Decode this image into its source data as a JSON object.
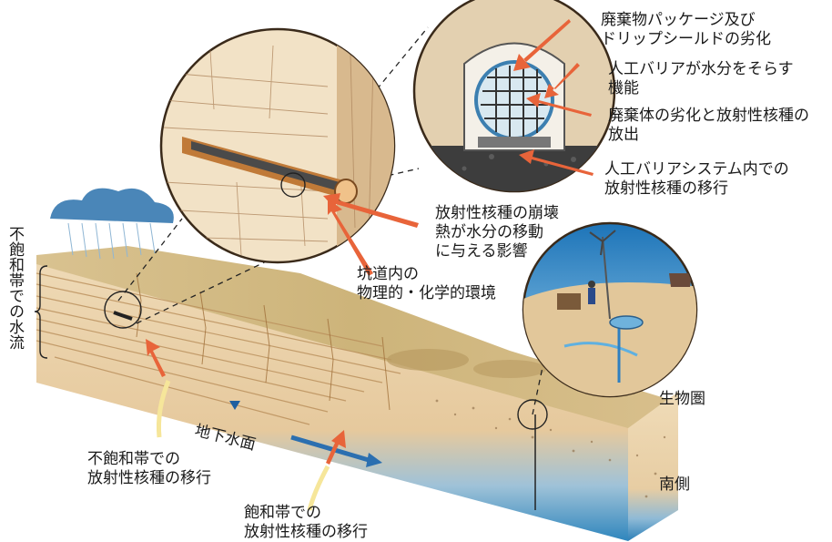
{
  "labels": {
    "waste_package": "廃棄物パッケージ及び\nドリップシールドの劣化",
    "engineered_barrier_divert": "人工バリアが水分をそらす\n機能",
    "waste_form": "廃棄体の劣化と放射性核種の\n放出",
    "ebs_transport": "人工バリアシステム内での\n放射性核種の移行",
    "decay_heat": "放射性核種の崩壊\n熱が水分の移動\nに与える影響",
    "drift_environment": "坑道内の\n物理的・化学的環境",
    "unsaturated_flow": "不飽和帯での水流",
    "unsaturated_transport": "不飽和帯での\n放射性核種の移行",
    "water_table": "地下水面",
    "saturated_transport": "飽和帯での\n放射性核種の移行",
    "biosphere": "生物圏",
    "south_side": "南側"
  },
  "colors": {
    "arrow": "#e8643a",
    "sky": "#2d8fc9",
    "rock": "#e6c79a",
    "groundwater": "#3a8fc2",
    "cloud": "#4a86b8"
  }
}
